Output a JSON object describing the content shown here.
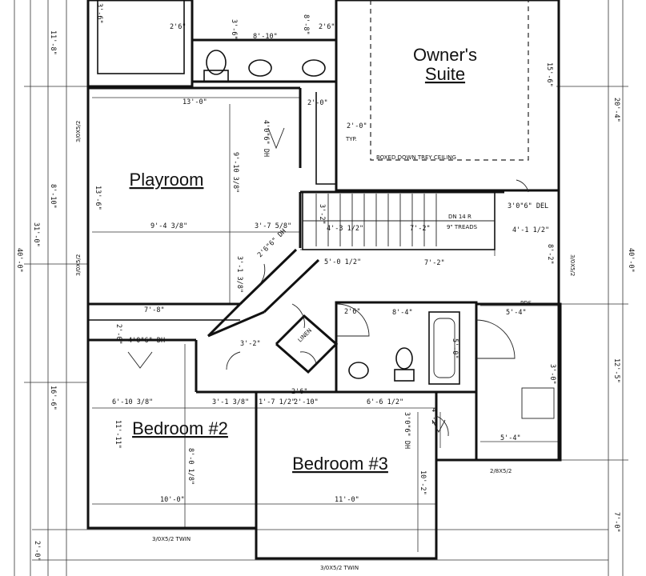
{
  "rooms": {
    "owners_suite_line1": "Owner's",
    "owners_suite_line2": "Suite",
    "playroom": "Playroom",
    "bedroom2": "Bedroom #2",
    "bedroom3": "Bedroom #3"
  },
  "notes": {
    "boxed_ceiling": "BOXED DOWN TREY CEILING",
    "typ": "TYP.",
    "stair_dn": "DN 14 R",
    "stair_treads": "9\" TREADS",
    "linen": "LINEN",
    "pds": "PDS",
    "window_bottom_left": "3/0X5/2 TWIN",
    "window_bottom_mid": "3/0X5/2 TWIN",
    "window_right_bottom": "2/8X5/2",
    "window_left_upper": "3/0X5/2",
    "window_left_lower": "3/0X5/2",
    "window_right_mid": "3/0X5/2",
    "door_dh_left": "4'0\"6\" DH",
    "door_del": "3'0\"6\" DEL"
  },
  "dims": {
    "d_2_6_top": "2'6\"",
    "d_3_6_top": "3'-6\"",
    "d_8_10_top": "8'-10\"",
    "d_2_6_top2": "2'6\"",
    "d_8_8": "8'-8\"",
    "d_13_0": "13'-0\"",
    "d_2_0a": "2'-0\"",
    "d_2_0_typ": "2'-0\"",
    "d_9_10": "9'-10 3/8\"",
    "d_9_4": "9'-4 3/8\"",
    "d_3_7": "3'-7 5/8\"",
    "d_4_3": "4'-3 1/2\"",
    "d_7_2a": "7'-2\"",
    "d_4_1": "4'-1 1/2\"",
    "d_5_0": "5'-0 1/2\"",
    "d_7_2b": "7'-2\"",
    "d_8_2": "8'-2\"",
    "d_3_2": "3'-2\"",
    "d_3_1": "3'-1 3/8\"",
    "d_7_8": "7'-8\"",
    "d_8_4": "8'-4\"",
    "d_5_4a": "5'-4\"",
    "d_5_0b": "5'-0\"",
    "d_2_6_mid": "2'6\"",
    "d_3_2b": "3'-2\"",
    "d_2_0b": "2'-0\"",
    "d_6_10": "6'-10 3/8\"",
    "d_3_1b": "3'-1 3/8\"",
    "d_1_7": "1'-7 1/2\"",
    "d_2_10": "2'-10\"",
    "d_6_6": "6'-6 1/2\"",
    "d_2_6_b3": "2'6\"",
    "d_4_2": "4'-2\"",
    "d_5_4b": "5'-4\"",
    "d_3_0": "3'-0\"",
    "d_10_0": "10'-0\"",
    "d_11_0": "11'-0\"",
    "d_8_0": "8'-0 1/8\"",
    "d_10_2": "10'-2\"",
    "d_11_8": "11'-8\"",
    "d_8_10_left": "8'-10\"",
    "d_31_0": "31'-0\"",
    "d_40_0": "40'-0\"",
    "d_16_6": "16'-6\"",
    "d_13_6": "13'-6\"",
    "d_11_11": "11'-11\"",
    "d_2_0c": "2'-0\"",
    "d_20_4": "20'-4\"",
    "d_15_6": "15'-6\"",
    "d_40_0r": "40'-0\"",
    "d_12_5": "12'-5\"",
    "d_7_0": "7'-0\"",
    "d_3_6d": "3'-6\"",
    "d_3_0_dh": "3'0\"6\" DH",
    "d_4_0_dh": "4'0\"6\" DH",
    "d_2_6_dh": "2'6\"6\" DH"
  }
}
